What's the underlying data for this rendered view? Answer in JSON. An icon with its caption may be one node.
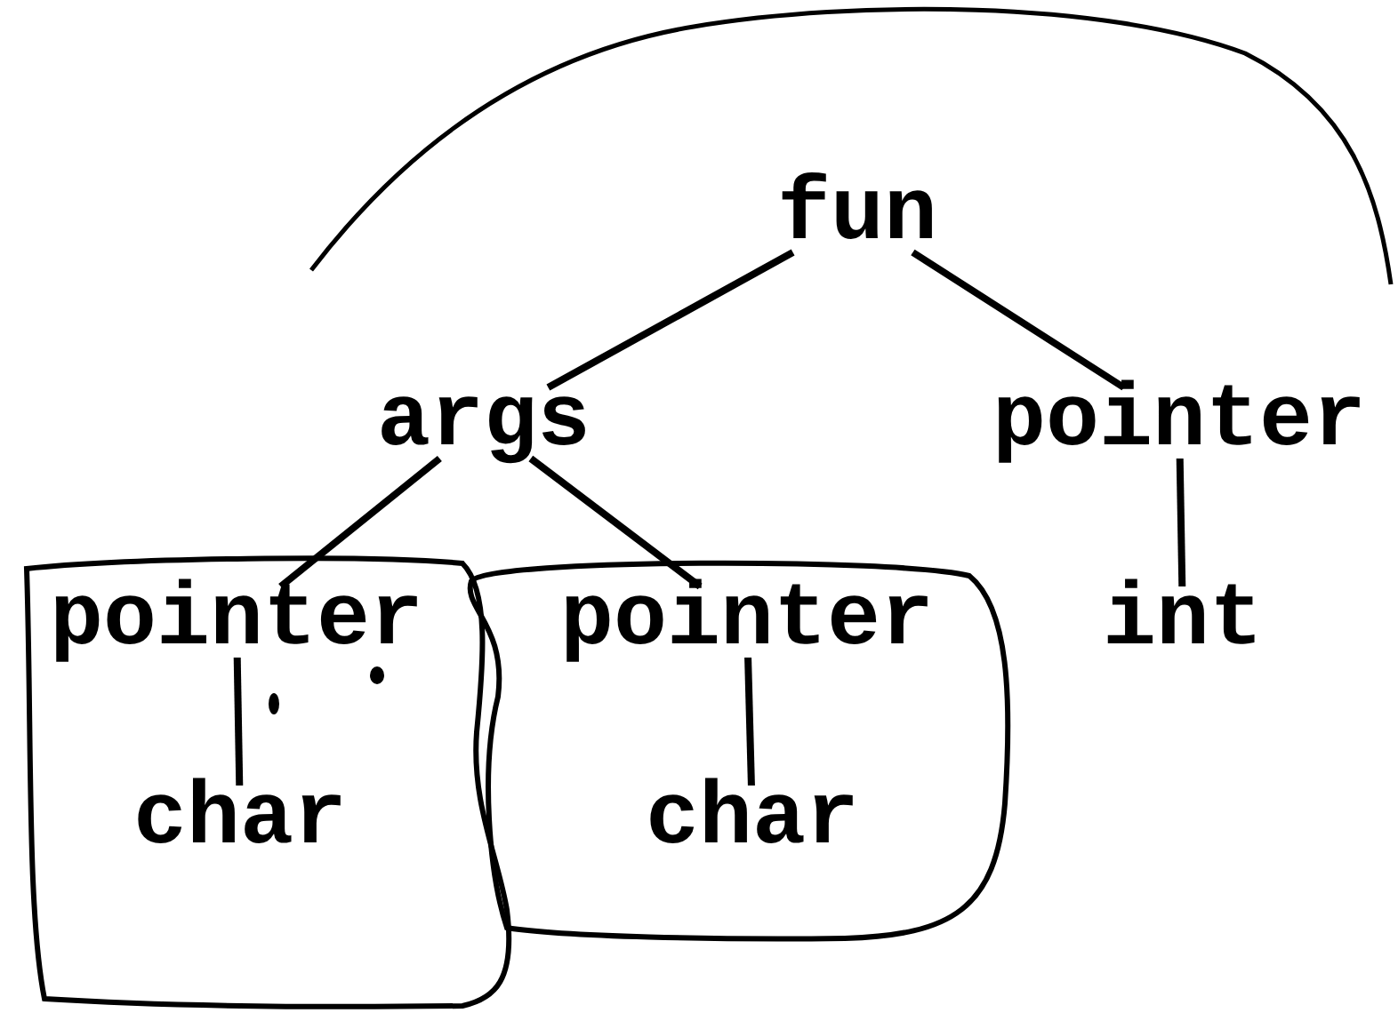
{
  "diagram": {
    "nodes": [
      {
        "text": [
          "fun"
        ]
      },
      {
        "text": [
          "args"
        ]
      },
      {
        "text": [
          "pointer"
        ]
      },
      {
        "text": [],
        "shape": "box"
      },
      {
        "text": [
          "pointer"
        ],
        "in": 3
      },
      {
        "text": [
          "char"
        ],
        "in": 3
      },
      {
        "text": [],
        "shape": "box"
      },
      {
        "text": [
          "pointer"
        ],
        "in": 6
      },
      {
        "text": [
          "char"
        ],
        "in": 6
      },
      {
        "text": [
          "int"
        ]
      }
    ],
    "edges": [
      {
        "from": 0,
        "to": 1,
        "arrow": "none"
      },
      {
        "from": 0,
        "to": 2,
        "arrow": "none"
      },
      {
        "from": 1,
        "to": 4,
        "arrow": "none"
      },
      {
        "from": 1,
        "to": 7,
        "arrow": "none"
      },
      {
        "from": 2,
        "to": 9,
        "arrow": "none"
      },
      {
        "from": 4,
        "to": 5,
        "arrow": "none"
      },
      {
        "from": 7,
        "to": 8,
        "arrow": "none"
      }
    ]
  }
}
